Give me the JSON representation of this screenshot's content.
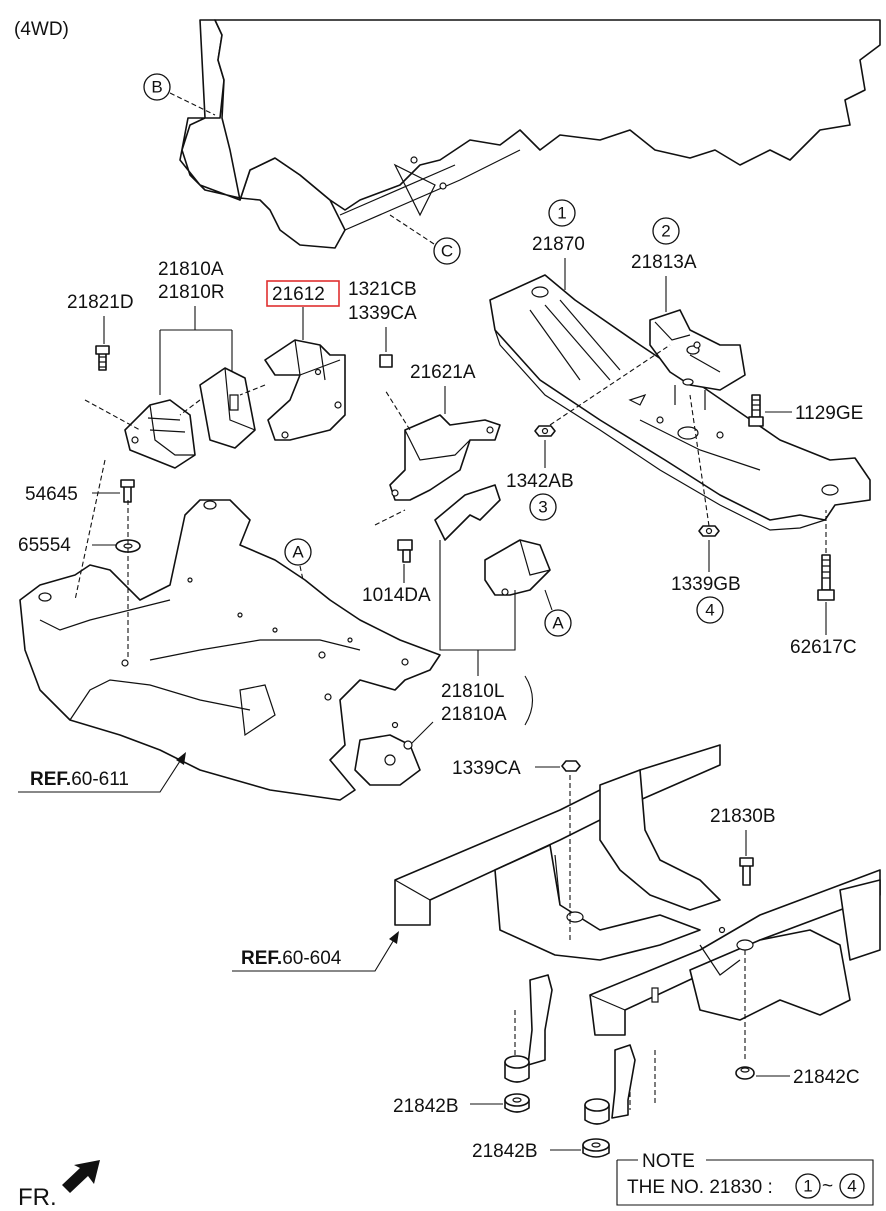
{
  "header": {
    "variant": "(4WD)"
  },
  "callouts": {
    "B": "B",
    "C": "C",
    "A1": "A",
    "A2": "A",
    "c1": "1",
    "c2": "2",
    "c3": "3",
    "c4": "4",
    "n1": "1",
    "n4": "4"
  },
  "parts": {
    "p21870": "21870",
    "p21813A": "21813A",
    "p1129GE": "1129GE",
    "p1342AB": "1342AB",
    "p1339GB": "1339GB",
    "p62617C": "62617C",
    "p21810A_top": "21810A",
    "p21810R": "21810R",
    "p21821D": "21821D",
    "p21612": "21612",
    "p1321CB": "1321CB",
    "p1339CA_top": "1339CA",
    "p21621A": "21621A",
    "p54645": "54645",
    "p65554": "65554",
    "p1014DA": "1014DA",
    "p21810L": "21810L",
    "p21810A_bot": "21810A",
    "p1339CA_bot": "1339CA",
    "p21830B": "21830B",
    "p21842C": "21842C",
    "p21842B_a": "21842B",
    "p21842B_b": "21842B"
  },
  "highlighted_part": "21612",
  "highlight_color": "#e03030",
  "refs": {
    "ref1_bold": "REF.",
    "ref1_num": "60-611",
    "ref2_bold": "REF.",
    "ref2_num": "60-604"
  },
  "direction": {
    "label": "FR."
  },
  "note": {
    "title": "NOTE",
    "text": "THE NO. 21830 :",
    "range_sep": "~"
  }
}
